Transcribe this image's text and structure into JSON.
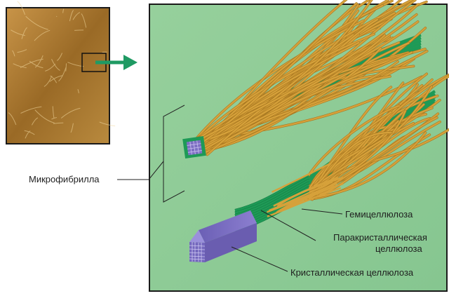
{
  "labels": {
    "microfibril": "Микрофибрилла",
    "hemicellulose": "Гемицеллюлоза",
    "paracrystalline_line1": "Паракристаллическая",
    "paracrystalline_line2": "целлюлоза",
    "crystalline": "Кристаллическая целлюлоза"
  },
  "colors": {
    "panel_bg": "#8fcc98",
    "micrograph": "#a3742a",
    "fiber_gold": "#d6a13a",
    "fiber_green": "#1e9a56",
    "crystalline_purple": "#7d6fc2",
    "arrow": "#1f9a63"
  },
  "icons": {
    "arrow": "right-arrow-icon"
  }
}
